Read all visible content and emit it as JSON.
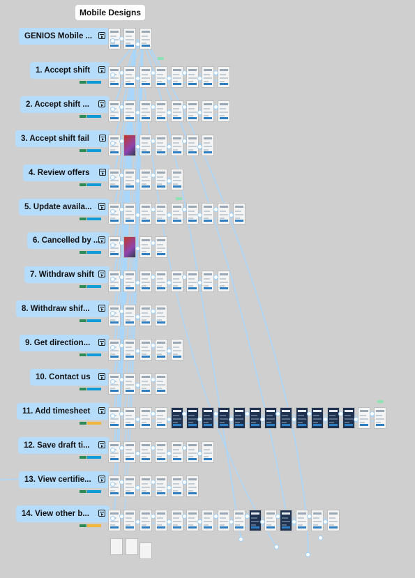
{
  "section_title": "Mobile Designs",
  "flows": [
    {
      "label": "GENIOS Mobile ...",
      "swatch": "",
      "screens": 3
    },
    {
      "label": "1. Accept shift",
      "swatch": "#0f9bd7",
      "screens": 8
    },
    {
      "label": "2. Accept shift ...",
      "swatch": "#0f9bd7",
      "screens": 8
    },
    {
      "label": "3. Accept shift fail",
      "swatch": "#0f9bd7",
      "screens": 7
    },
    {
      "label": "4. Review offers",
      "swatch": "#0f9bd7",
      "screens": 5
    },
    {
      "label": "5. Update availa...",
      "swatch": "#0f9bd7",
      "screens": 9
    },
    {
      "label": "6. Cancelled by ...",
      "swatch": "#0f9bd7",
      "screens": 4
    },
    {
      "label": "7. Withdraw shift",
      "swatch": "#0f9bd7",
      "screens": 8
    },
    {
      "label": "8. Withdraw shif...",
      "swatch": "#0f9bd7",
      "screens": 4
    },
    {
      "label": "9. Get direction...",
      "swatch": "#0f9bd7",
      "screens": 5
    },
    {
      "label": "10. Contact us",
      "swatch": "#0f9bd7",
      "screens": 4
    },
    {
      "label": "11. Add timesheet",
      "swatch": "#f2b53b",
      "screens": 18
    },
    {
      "label": "12. Save draft ti...",
      "swatch": "#0f9bd7",
      "screens": 7
    },
    {
      "label": "13. View certifie...",
      "swatch": "#0f9bd7",
      "screens": 6
    },
    {
      "label": "14. View other b...",
      "swatch": "#f2b53b",
      "screens": 15
    }
  ]
}
